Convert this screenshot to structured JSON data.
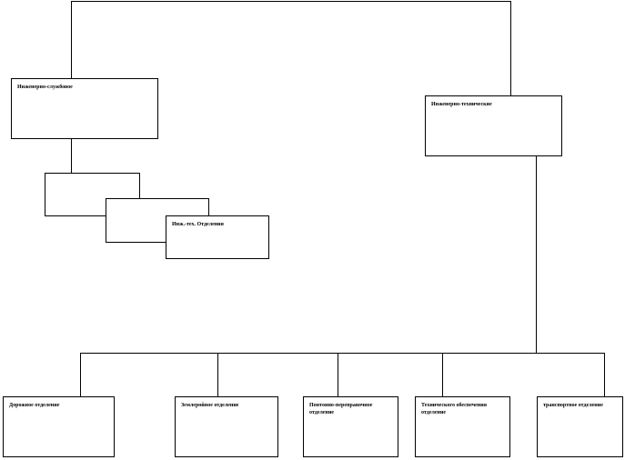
{
  "diagram": {
    "left_head": {
      "label": "Инженерно-службовое"
    },
    "right_head": {
      "label": "Инженерно-технические"
    },
    "sub_blank_1": {
      "label": ""
    },
    "sub_blank_2": {
      "label": ""
    },
    "sub_dept": {
      "label": "Инж.-тех. Отделения"
    },
    "bottom_boxes": [
      {
        "label": "Дорожное отделение"
      },
      {
        "label": "Землеройное отделение"
      },
      {
        "label": "Понтонно-переправочное отделение"
      },
      {
        "label": "Технического обеспечения отделение"
      },
      {
        "label": "транспортное отделение"
      }
    ]
  }
}
